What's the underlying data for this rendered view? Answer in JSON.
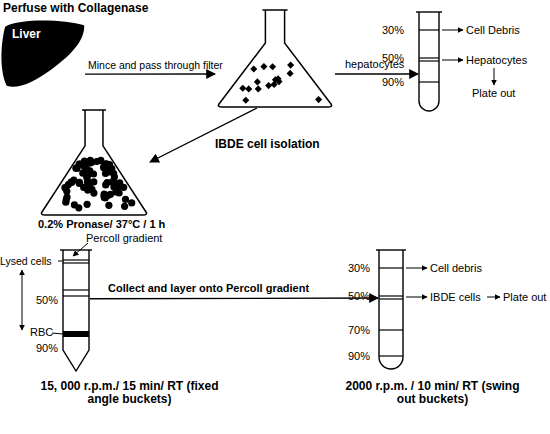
{
  "diagram": {
    "nodes": [
      {
        "text": [
          "Liver"
        ]
      },
      {
        "text": []
      },
      {
        "text": [
          "30%",
          "50%",
          "90%"
        ]
      },
      {
        "text": [
          "0.2% Pronase/ 37°C / 1 h"
        ]
      },
      {
        "text": [
          "50%",
          "90%",
          "15, 000 r.p.m./ 15 min/ RT (fixed angle buckets)"
        ]
      },
      {
        "text": [
          "30%",
          "50%",
          "70%",
          "90%",
          "2000 r.p.m. / 10 min/ RT (swing out buckets)"
        ]
      }
    ],
    "edges": [
      {
        "from": 0,
        "to": 1,
        "arrow": "to",
        "label": "Mince and pass through filter"
      },
      {
        "from": 1,
        "to": 2,
        "arrow": "to",
        "label": "hepatocytes"
      },
      {
        "from": 1,
        "to": 3,
        "arrow": "to",
        "label": "IBDE cell isolation"
      },
      {
        "from": 4,
        "to": 5,
        "arrow": "to",
        "label": "Collect and layer onto Percoll gradient"
      }
    ],
    "labels": [
      "Perfuse with Collagenase",
      "Cell Debris",
      "Hepatocytes",
      "Plate out",
      "Percoll gradient",
      "Lysed cells",
      "RBC",
      "Cell debris",
      "IBDE cells",
      "Plate out"
    ]
  }
}
